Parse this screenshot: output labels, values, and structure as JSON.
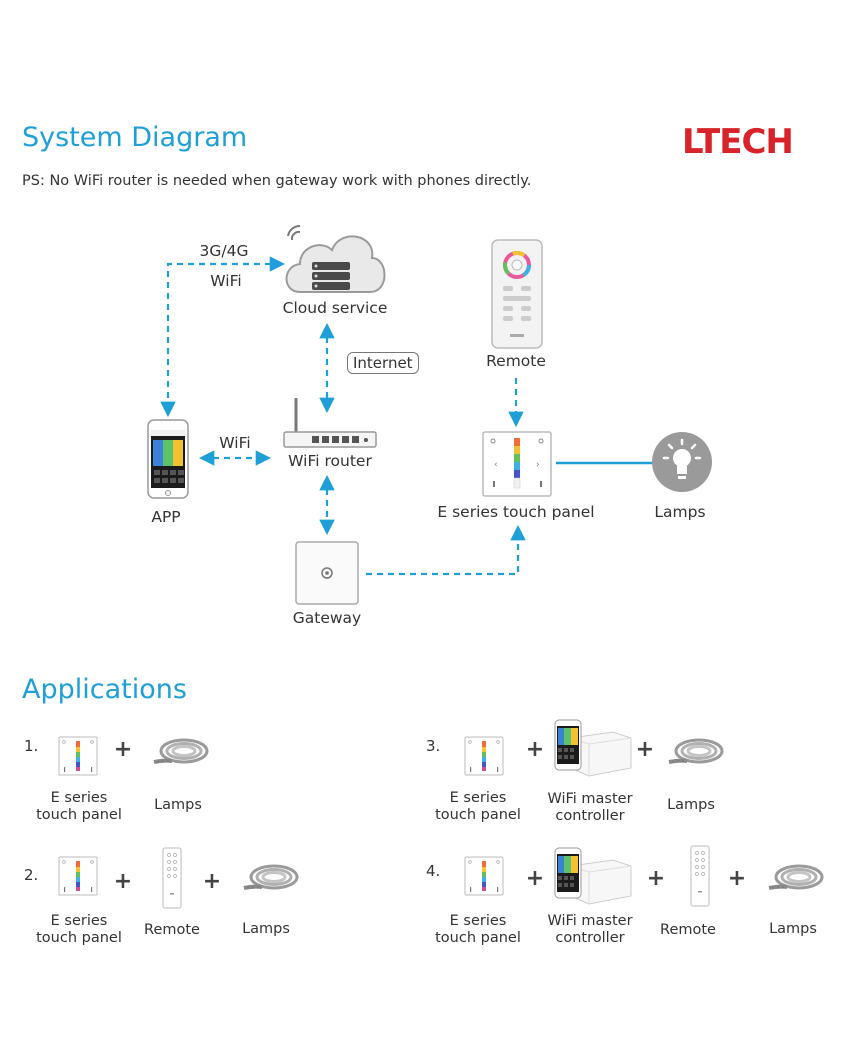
{
  "header": {
    "title": "System Diagram",
    "logo_text": "LTECH",
    "note": "PS: No WiFi router is needed when gateway work with phones directly."
  },
  "diagram": {
    "link_3g": "3G/4G",
    "link_wifi_cloud": "WiFi",
    "cloud_label": "Cloud service",
    "internet_label": "Internet",
    "router_label": "WiFi router",
    "app_label": "APP",
    "link_wifi_app": "WiFi",
    "remote_label": "Remote",
    "panel_label": "E series touch panel",
    "lamps_label": "Lamps",
    "gateway_label": "Gateway",
    "colors": {
      "accent": "#1f9fd8",
      "line": "#1f9fd8",
      "brand": "#d8232a"
    }
  },
  "applications": {
    "title": "Applications",
    "items": [
      {
        "num": "1.",
        "panel": [
          "E series",
          "touch panel"
        ],
        "lamps": "Lamps"
      },
      {
        "num": "2.",
        "panel": [
          "E series",
          "touch panel"
        ],
        "remote": "Remote",
        "lamps": "Lamps"
      },
      {
        "num": "3.",
        "panel": [
          "E series",
          "touch panel"
        ],
        "controller": [
          "WiFi master",
          "controller"
        ],
        "lamps": "Lamps"
      },
      {
        "num": "4.",
        "panel": [
          "E series",
          "touch panel"
        ],
        "controller": [
          "WiFi master",
          "controller"
        ],
        "remote": "Remote",
        "lamps": "Lamps"
      }
    ],
    "plus": "+"
  }
}
